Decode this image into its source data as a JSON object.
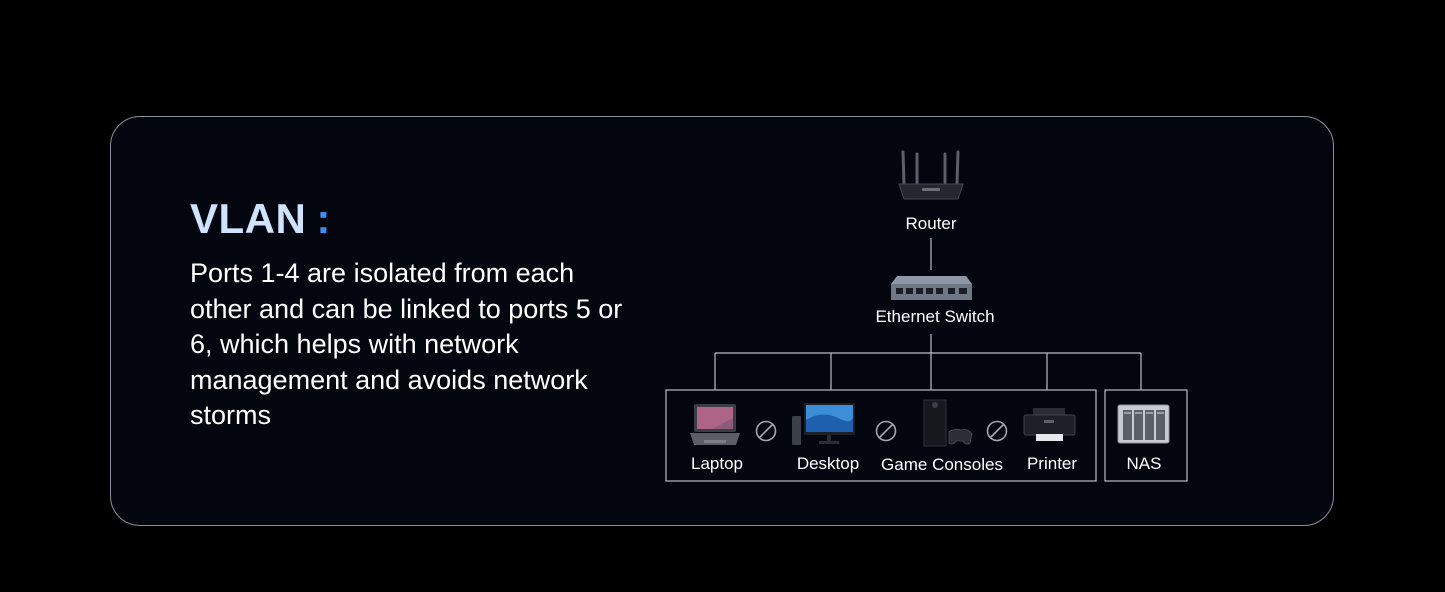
{
  "feature": {
    "title": "VLAN",
    "colon": ":",
    "description": "Ports 1-4 are isolated from each other and can be linked to ports 5 or 6, which helps with network management and avoids network storms"
  },
  "diagram": {
    "router_label": "Router",
    "switch_label": "Ethernet Switch",
    "isolated_group": [
      "Laptop",
      "Desktop",
      "Game Consoles",
      "Printer"
    ],
    "shared_group": [
      "NAS"
    ]
  },
  "colors": {
    "accent": "#3e8df5",
    "heading": "#cfe3ff",
    "line": "#b9bcc4",
    "background": "#000000",
    "card": "#03060f"
  }
}
